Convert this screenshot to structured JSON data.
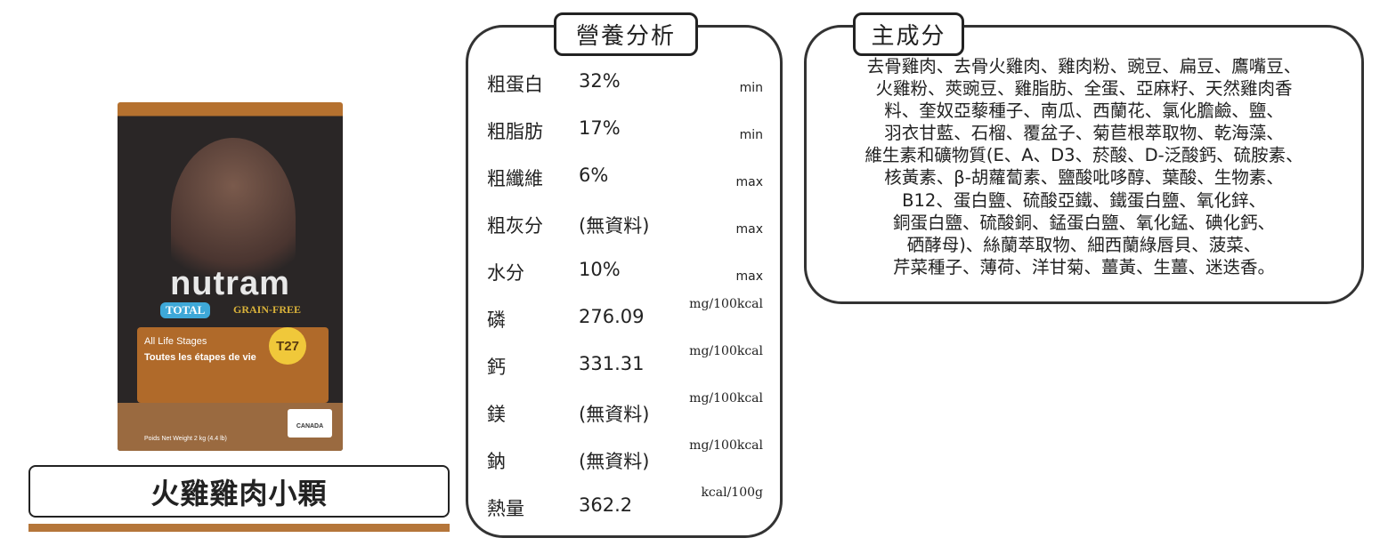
{
  "product": {
    "name": "火雞雞肉小顆",
    "bag": {
      "brand": "nutram",
      "line": "TOTAL",
      "tag": "GRAIN-FREE",
      "code": "T27",
      "stage_en": "All Life Stages",
      "stage_fr": "Toutes les étapes de vie",
      "origin": "CANADA",
      "weight": "Poids Net Weight 2 kg (4.4 lb)"
    }
  },
  "nutrition": {
    "title": "營養分析",
    "rows": [
      {
        "label": "粗蛋白",
        "value": "32%",
        "unit": "min",
        "type": "mm"
      },
      {
        "label": "粗脂肪",
        "value": "17%",
        "unit": "min",
        "type": "mm"
      },
      {
        "label": "粗纖維",
        "value": "6%",
        "unit": "max",
        "type": "mm"
      },
      {
        "label": "粗灰分",
        "value": "(無資料)",
        "unit": "max",
        "type": "mm"
      },
      {
        "label": "水分",
        "value": "10%",
        "unit": "max",
        "type": "mm"
      },
      {
        "label": "磷",
        "value": "276.09",
        "unit": "mg/100kcal",
        "type": "mg"
      },
      {
        "label": "鈣",
        "value": "331.31",
        "unit": "mg/100kcal",
        "type": "mg"
      },
      {
        "label": "鎂",
        "value": "(無資料)",
        "unit": "mg/100kcal",
        "type": "mg"
      },
      {
        "label": "鈉",
        "value": "(無資料)",
        "unit": "mg/100kcal",
        "type": "mg"
      },
      {
        "label": "熱量",
        "value": "362.2",
        "unit": "kcal/100g",
        "type": "mg"
      }
    ]
  },
  "ingredients": {
    "title": "主成分",
    "lines": [
      "去骨雞肉、去骨火雞肉、雞肉粉、豌豆、扁豆、鷹嘴豆、",
      "火雞粉、莢豌豆、雞脂肪、全蛋、亞麻籽、天然雞肉香",
      "料、奎奴亞藜種子、南瓜、西蘭花、氯化膽鹼、鹽、",
      "羽衣甘藍、石榴、覆盆子、菊苣根萃取物、乾海藻、",
      "維生素和礦物質(E、A、D3、菸酸、D-泛酸鈣、硫胺素、",
      "核黃素、β-胡蘿蔔素、鹽酸吡哆醇、葉酸、生物素、",
      "B12、蛋白鹽、硫酸亞鐵、鐵蛋白鹽、氧化鋅、",
      "銅蛋白鹽、硫酸銅、錳蛋白鹽、氧化錳、碘化鈣、",
      "硒酵母)、絲蘭萃取物、細西蘭綠唇貝、菠菜、",
      "芹菜種子、薄荷、洋甘菊、薑黃、生薑、迷迭香。"
    ]
  }
}
